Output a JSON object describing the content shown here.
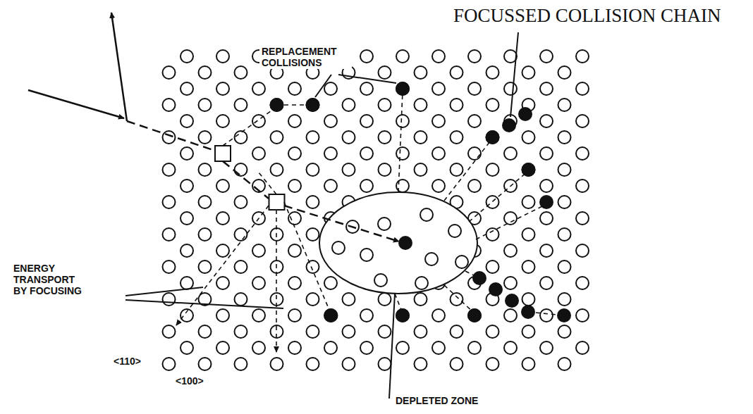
{
  "diagram": {
    "labels": [
      "FOCUSSED COLLISION CHAIN",
      "REPLACEMENT COLLISIONS",
      "ENERGY TRANSPORT BY FOCUSING",
      "<110>",
      "<100>",
      "DEPLETED ZONE"
    ]
  }
}
